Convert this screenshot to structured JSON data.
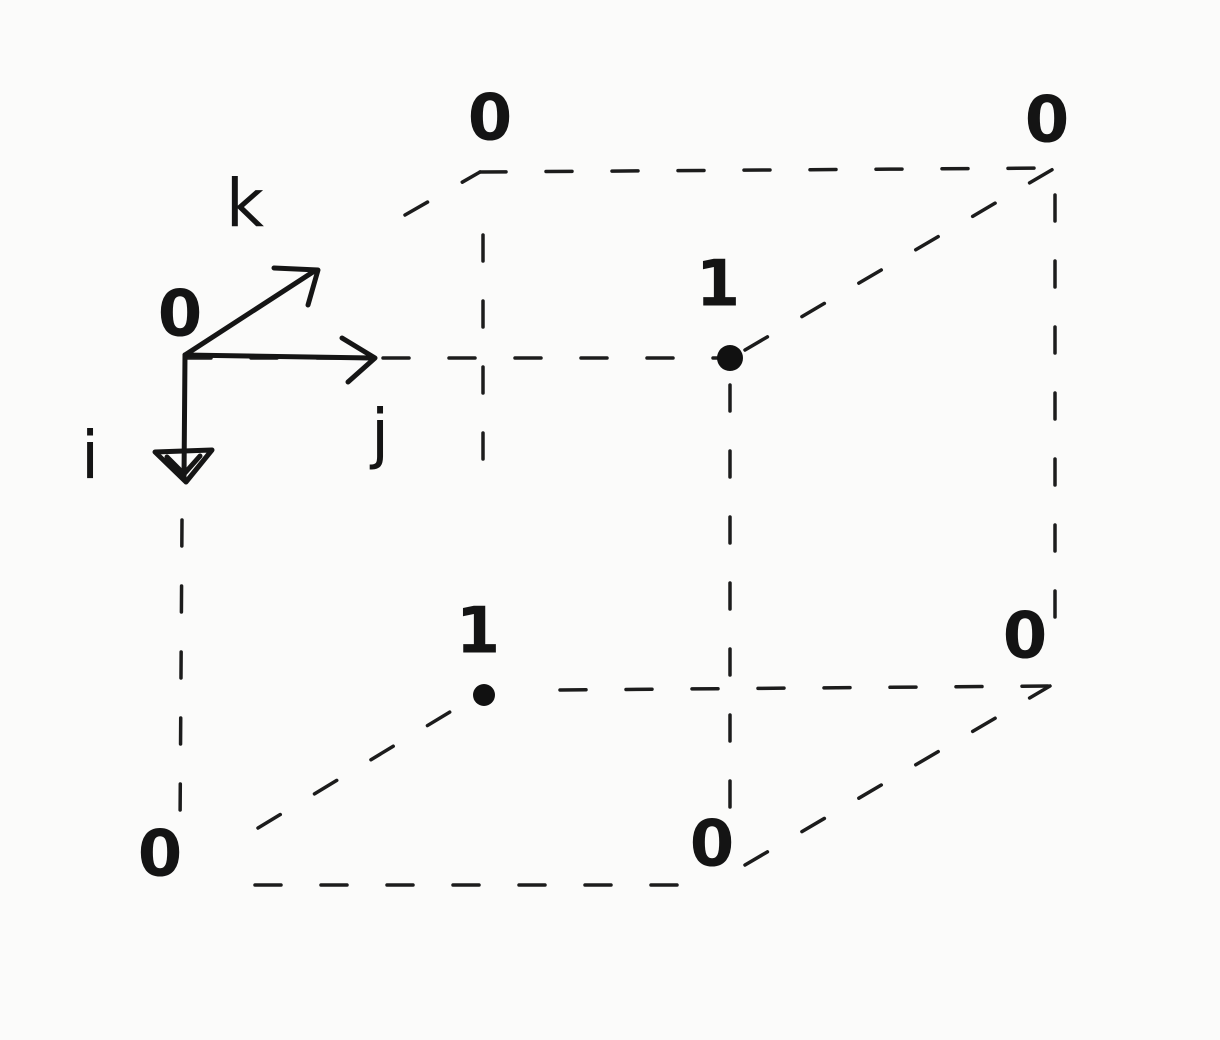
{
  "origin_label": "0",
  "axes": {
    "i": "i",
    "j": "j",
    "k": "k"
  },
  "vertices": {
    "back_top_left": "0",
    "back_top_right": "0",
    "front_top_right": "1",
    "back_bottom_left": "1",
    "back_bottom_right": "0",
    "front_bottom_left": "0",
    "front_bottom_right": "0"
  }
}
